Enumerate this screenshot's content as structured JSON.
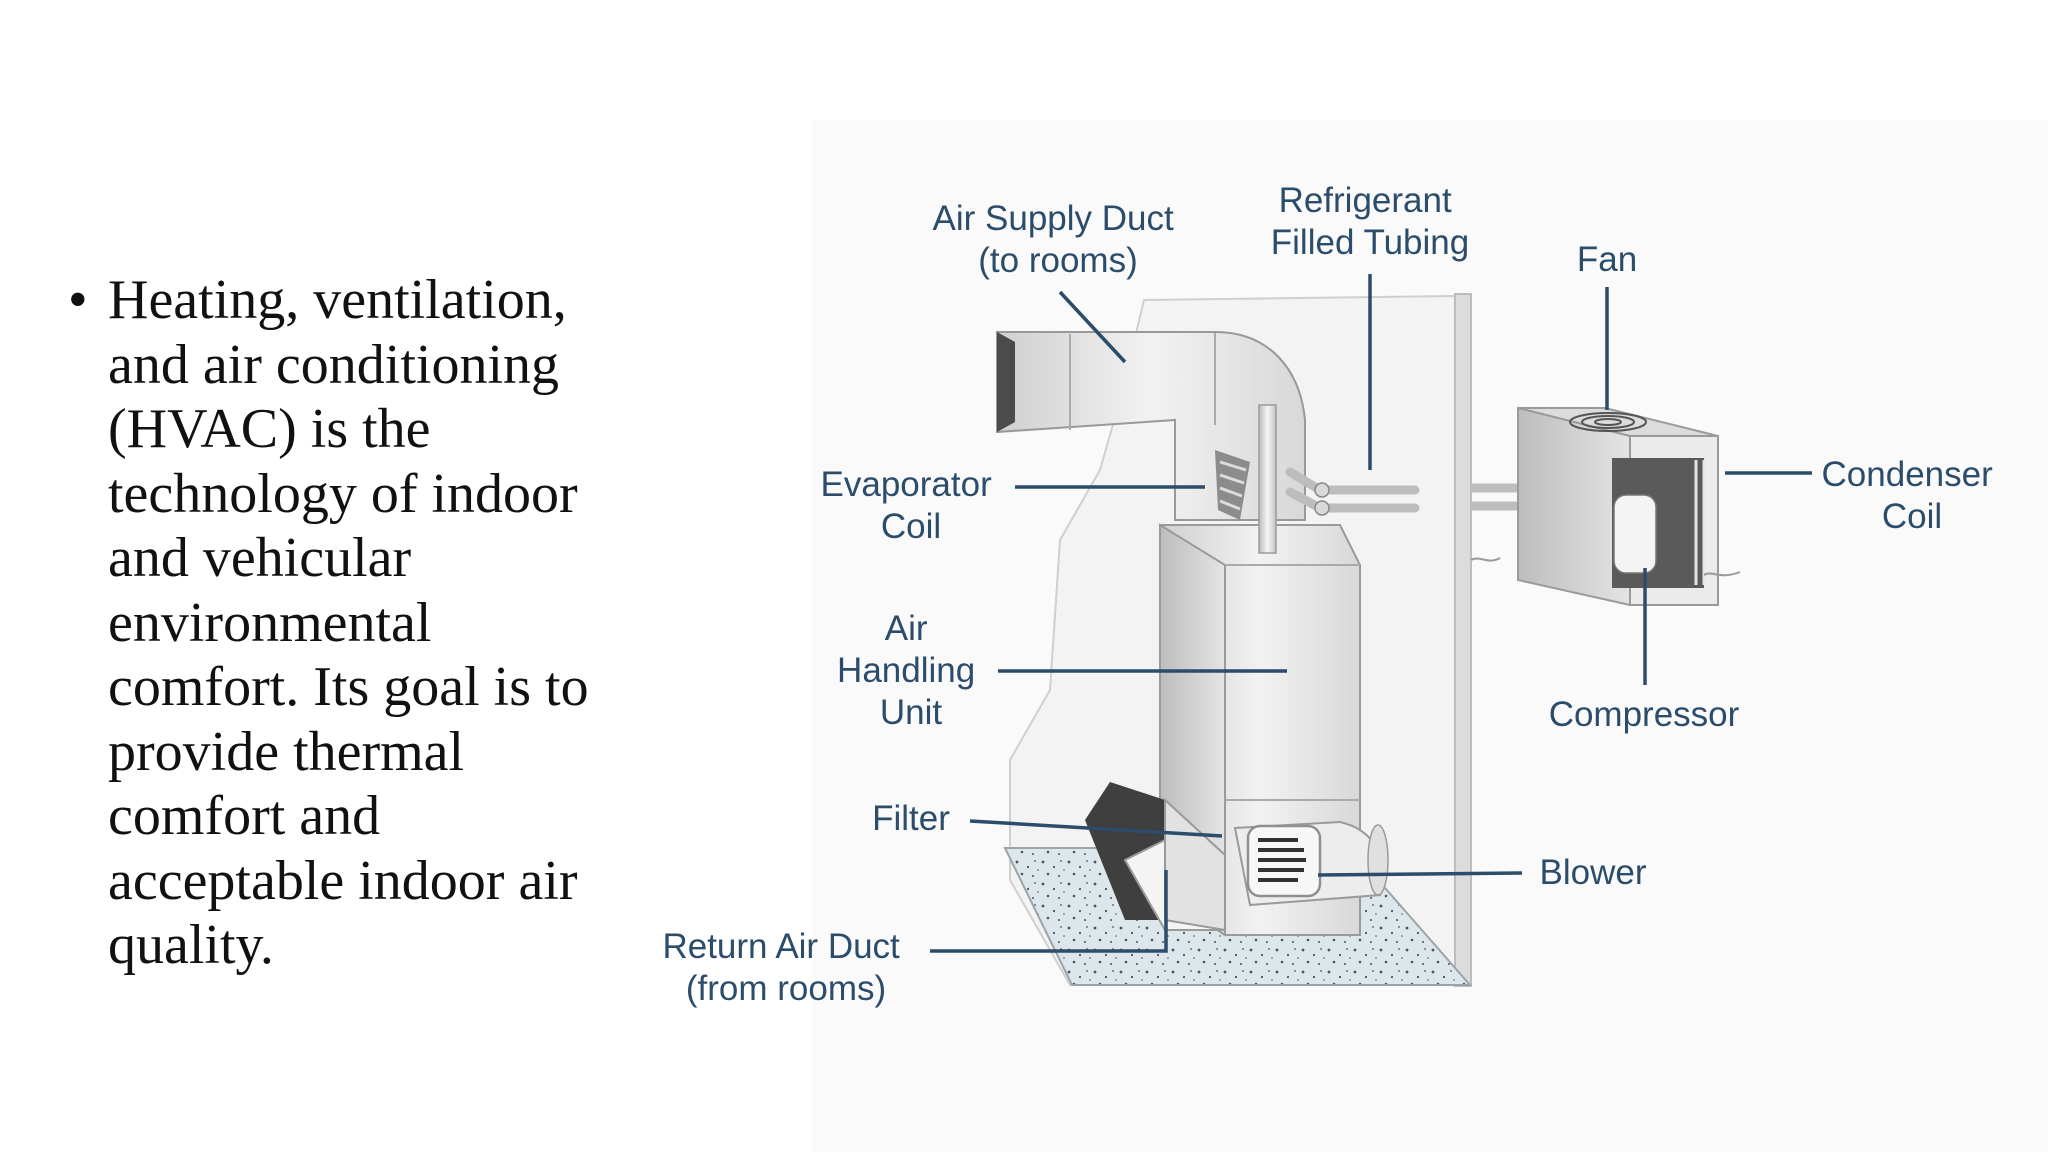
{
  "bullet": {
    "symbol": "•",
    "text": "Heating, ventilation, and air conditioning (HVAC) is the technology of indoor and vehicular environmental comfort. Its goal is to provide thermal comfort and acceptable indoor air quality."
  },
  "diagram": {
    "label_color": "#2b4c6b",
    "labels": {
      "air_supply_duct": [
        "Air Supply Duct",
        "(to rooms)"
      ],
      "refrigerant_tubing": [
        "Refrigerant",
        "Filled Tubing"
      ],
      "fan": [
        "Fan"
      ],
      "evaporator_coil": [
        "Evaporator",
        "Coil"
      ],
      "condenser_coil": [
        "Condenser",
        "Coil"
      ],
      "air_handling_unit": [
        "Air",
        "Handling",
        "Unit"
      ],
      "compressor": [
        "Compressor"
      ],
      "filter": [
        "Filter"
      ],
      "blower": [
        "Blower"
      ],
      "return_air_duct": [
        "Return Air Duct",
        "(from rooms)"
      ]
    }
  }
}
